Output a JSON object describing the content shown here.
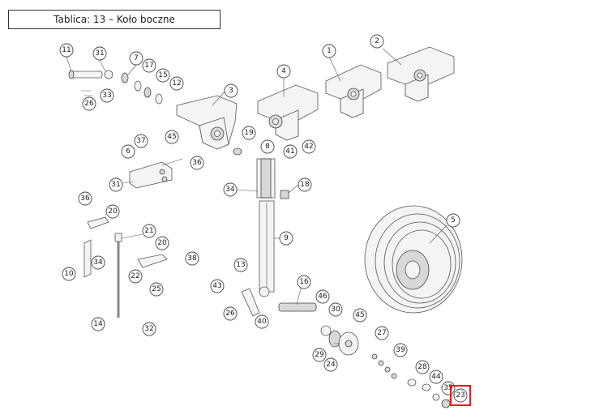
{
  "title": "Tablica: 13 – Koło boczne",
  "highlight_color": "#e02020",
  "highlighted_callout": "23",
  "callouts": [
    "11",
    "31",
    "7",
    "17",
    "15",
    "12",
    "33",
    "26",
    "3",
    "4",
    "1",
    "2",
    "19",
    "45",
    "37",
    "6",
    "36",
    "31",
    "8",
    "41",
    "42",
    "34",
    "18",
    "36",
    "20",
    "21",
    "20",
    "34",
    "10",
    "22",
    "38",
    "25",
    "9",
    "13",
    "43",
    "26",
    "16",
    "46",
    "30",
    "40",
    "45",
    "5",
    "14",
    "32",
    "27",
    "39",
    "29",
    "24",
    "28",
    "44",
    "35",
    "23"
  ]
}
